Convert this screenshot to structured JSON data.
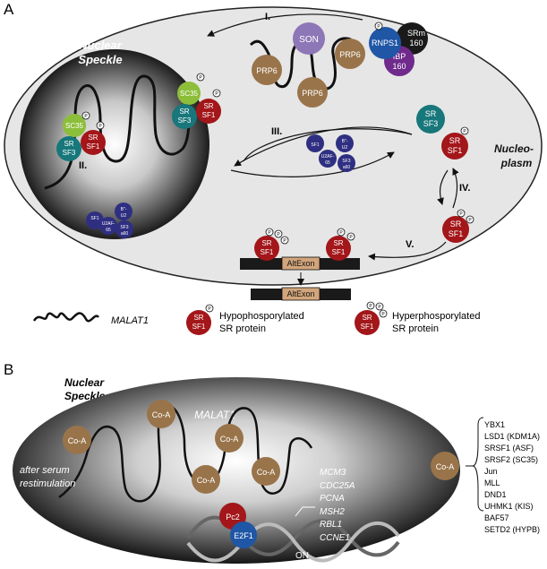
{
  "panel_a": {
    "label": "A",
    "nuclear_speckle_line1": "Nuclear",
    "nuclear_speckle_line2": "Speckle",
    "nucleoplasm_line1": "Nucleo-",
    "nucleoplasm_line2": "plasm",
    "steps": {
      "i": "I.",
      "ii": "II.",
      "iii": "III.",
      "iv": "IV.",
      "v": "V."
    },
    "proteins": {
      "son": "SON",
      "prp6": "PRP6",
      "rnps1": "RNPS1",
      "srm_line1": "SRm",
      "srm_line2": "160",
      "ibp_line1": "IBP",
      "ibp_line2": "160",
      "sc35": "SC35",
      "sr": "SR",
      "sf1": "SF1",
      "sf3": "SF3",
      "p": "P",
      "u2af_line1": "SF1",
      "u2af_line2": "U2AF-",
      "u2af_line3": "65",
      "b_line1": "B\"-",
      "b_line2": "U2",
      "sf3a_line1": "SF3",
      "sf3a_line2": "a60"
    },
    "alt_exon": "AltExon",
    "colors": {
      "nucleus_fill": "#e6e6e6",
      "speckle_dark": "#1c1c1c",
      "son": "#8d77b6",
      "prp6": "#99744a",
      "rnps1": "#1f56a6",
      "srm": "#1a1a1a",
      "ibp": "#6f2a8c",
      "sc35": "#8cbe3a",
      "sr_sf1": "#a3161a",
      "sf3": "#17777a",
      "small_factor": "#2f2f82",
      "exon": "#d2a57c"
    }
  },
  "legend": {
    "malat1": "MALAT1",
    "hypo_line1": "Hypophosporylated",
    "hypo_line2": "SR protein",
    "hyper_line1": "Hyperphosporylated",
    "hyper_line2": "SR protein"
  },
  "panel_b": {
    "label": "B",
    "nuclear_speckle_line1": "Nuclear",
    "nuclear_speckle_line2": "Speckle",
    "malat1": "MALAT1",
    "restim_line1": "after serum",
    "restim_line2": "restimulation",
    "coa": "Co-A",
    "pc2": "Pc2",
    "e2f1": "E2F1",
    "on": "ON",
    "genes": [
      "MCM3",
      "CDC25A",
      "PCNA",
      "MSH2",
      "RBL1",
      "CCNE1"
    ],
    "coa_list": [
      "YBX1",
      "LSD1 (KDM1A)",
      "SRSF1 (ASF)",
      "SRSF2 (SC35)",
      "Jun",
      "MLL",
      "DND1",
      "UHMK1 (KIS)",
      "BAF57",
      "SETD2 (HYPB)"
    ],
    "colors": {
      "coa": "#99744a",
      "pc2": "#a3161a",
      "e2f1": "#1f56a6"
    }
  }
}
